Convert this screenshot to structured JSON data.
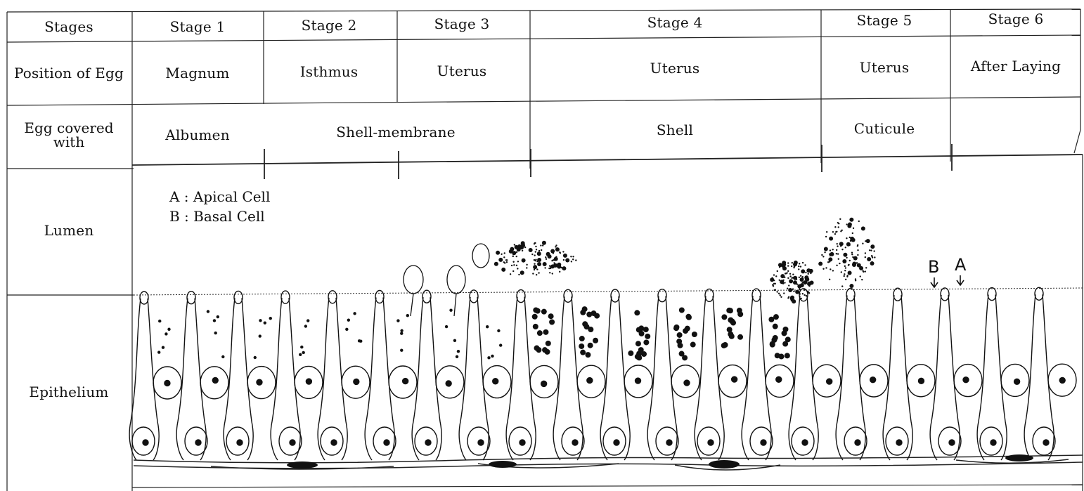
{
  "header": {
    "stages_label": "Stages",
    "position_label": "Position of Egg",
    "covered_label_line1": "Egg covered",
    "covered_label_line2": "with",
    "lumen_label": "Lumen",
    "epithelium_label": "Epithelium"
  },
  "stages": [
    {
      "name": "Stage 1",
      "position": "Magnum"
    },
    {
      "name": "Stage 2",
      "position": "Isthmus"
    },
    {
      "name": "Stage 3",
      "position": "Uterus"
    },
    {
      "name": "Stage 4",
      "position": "Uterus"
    },
    {
      "name": "Stage 5",
      "position": "Uterus"
    },
    {
      "name": "Stage 6",
      "position": "After Laying"
    }
  ],
  "coverings": [
    "Albumen",
    "Shell-membrane",
    "Shell",
    "Cuticule"
  ],
  "legend": {
    "a": "A : Apical Cell",
    "b": "B : Basal Cell"
  },
  "markers": {
    "b": "B",
    "a": "A"
  }
}
